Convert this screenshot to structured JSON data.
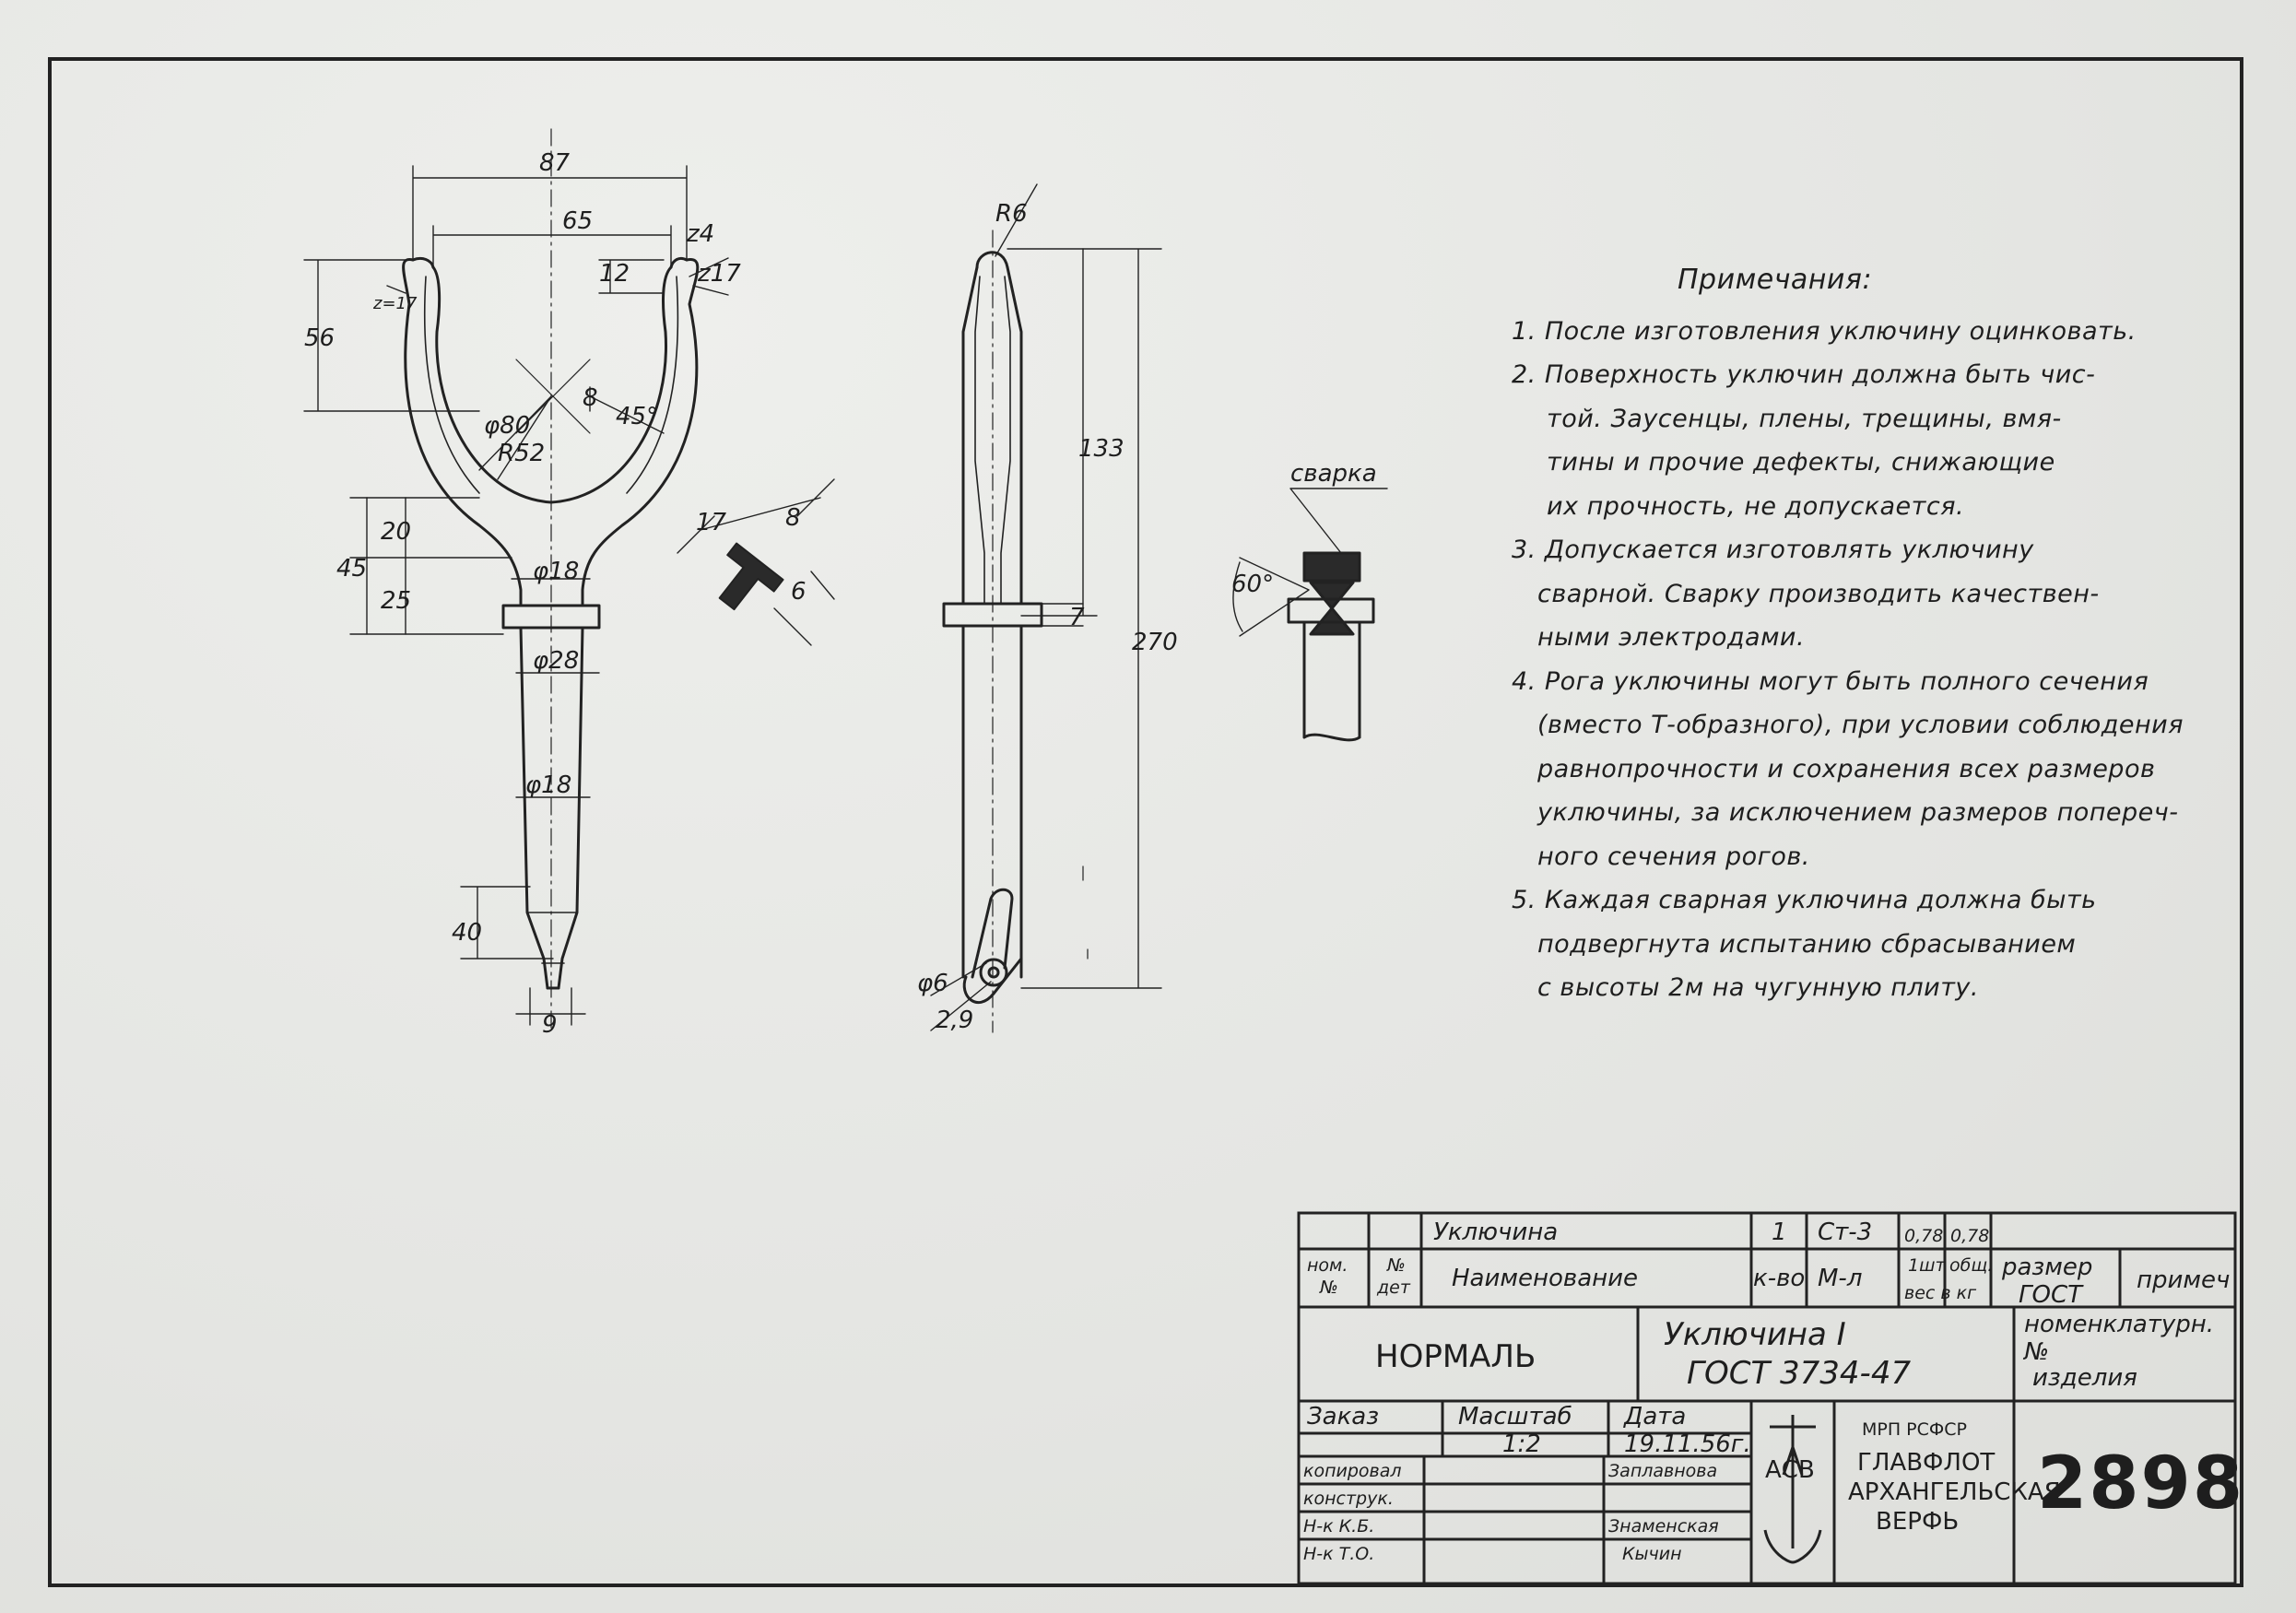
{
  "drawing": {
    "dims_front": {
      "d87": "87",
      "d65": "65",
      "d24": "z4",
      "d17r": "z17",
      "d17l": "z=17",
      "d12": "12",
      "d56": "56",
      "d80": "φ80",
      "r52": "R52",
      "d8": "8",
      "a45": "45°",
      "d45": "45",
      "d20": "20",
      "d25": "25",
      "f18a": "φ18",
      "f28": "φ28",
      "f18b": "φ18",
      "d40": "40",
      "d9": "9"
    },
    "dims_section": {
      "d17": "17",
      "d8": "8",
      "d6": "6"
    },
    "dims_side": {
      "r6": "R6",
      "d133": "133",
      "d7": "7",
      "d270": "270",
      "f6": "φ6",
      "d29": "2,9"
    },
    "weld": {
      "label": "сварка",
      "angle": "60°"
    }
  },
  "notes": {
    "title": "Примечания:",
    "lines": [
      "1. После изготовления уключину оцинковать.",
      "2. Поверхность уключин должна быть чис-",
      "той.   Заусенцы, плены, трещины, вмя-",
      "тины и прочие дефекты, снижающие",
      "их прочность, не допускается.",
      "3. Допускается  изготовлять  уключину",
      "сварной. Сварку производить качествен-",
      "ными электродами.",
      "4. Рога уключины могут быть полного сечения",
      "(вместо  Т-образного), при условии соблюдения",
      "равнопрочности и сохранения всех размеров",
      "уключины, за исключением размеров попереч-",
      "ного сечения рогов.",
      "5. Каждая сварная уключина должна быть",
      "подвергнута испытанию сбрасыванием",
      "с высоты 2м на  чугунную  плиту."
    ]
  },
  "title_block": {
    "row1_name": "Уключина",
    "row1_qty": "1",
    "row1_material": "Ст-3",
    "row1_weight1": "0,78",
    "row1_weight2": "0,78",
    "hdr_nom": "ном.",
    "hdr_nom2": "№",
    "hdr_det": "№",
    "hdr_det2": "дет",
    "hdr_name": "Наименование",
    "hdr_qty": "к-во",
    "hdr_material": "М-л",
    "hdr_w1": "1шт",
    "hdr_w2": "общ.",
    "hdr_w3": "вес в кг",
    "hdr_size": "размер",
    "hdr_gost": "ГОСТ",
    "hdr_note": "примеч",
    "normal": "НОРМАЛЬ",
    "product_name": "Уключина I",
    "product_gost": "ГОСТ 3734-47",
    "nomen_label": "номенклатурн.",
    "nomen_no": "№",
    "nomen_item": "изделия",
    "order_label": "Заказ",
    "scale_label": "Масштаб",
    "scale_value": "1:2",
    "date_label": "Дата",
    "date_value": "19.11.56г.",
    "copied_label": "копировал",
    "copied_name": "Заплавнова",
    "design_label": "конструк.",
    "nk_kb_label": "Н-к  К.Б.",
    "nk_kb_name": "Знаменская",
    "nk_to_label": "Н-к  Т.О.",
    "nk_to_name": "Кычин",
    "logo_text": "АСВ",
    "org1": "МРП РСФСР",
    "org2": "ГЛАВФЛОТ",
    "org3": "АРХАНГЕЛЬСКАЯ",
    "org4": "ВЕРФЬ",
    "drawing_number": "2898"
  }
}
